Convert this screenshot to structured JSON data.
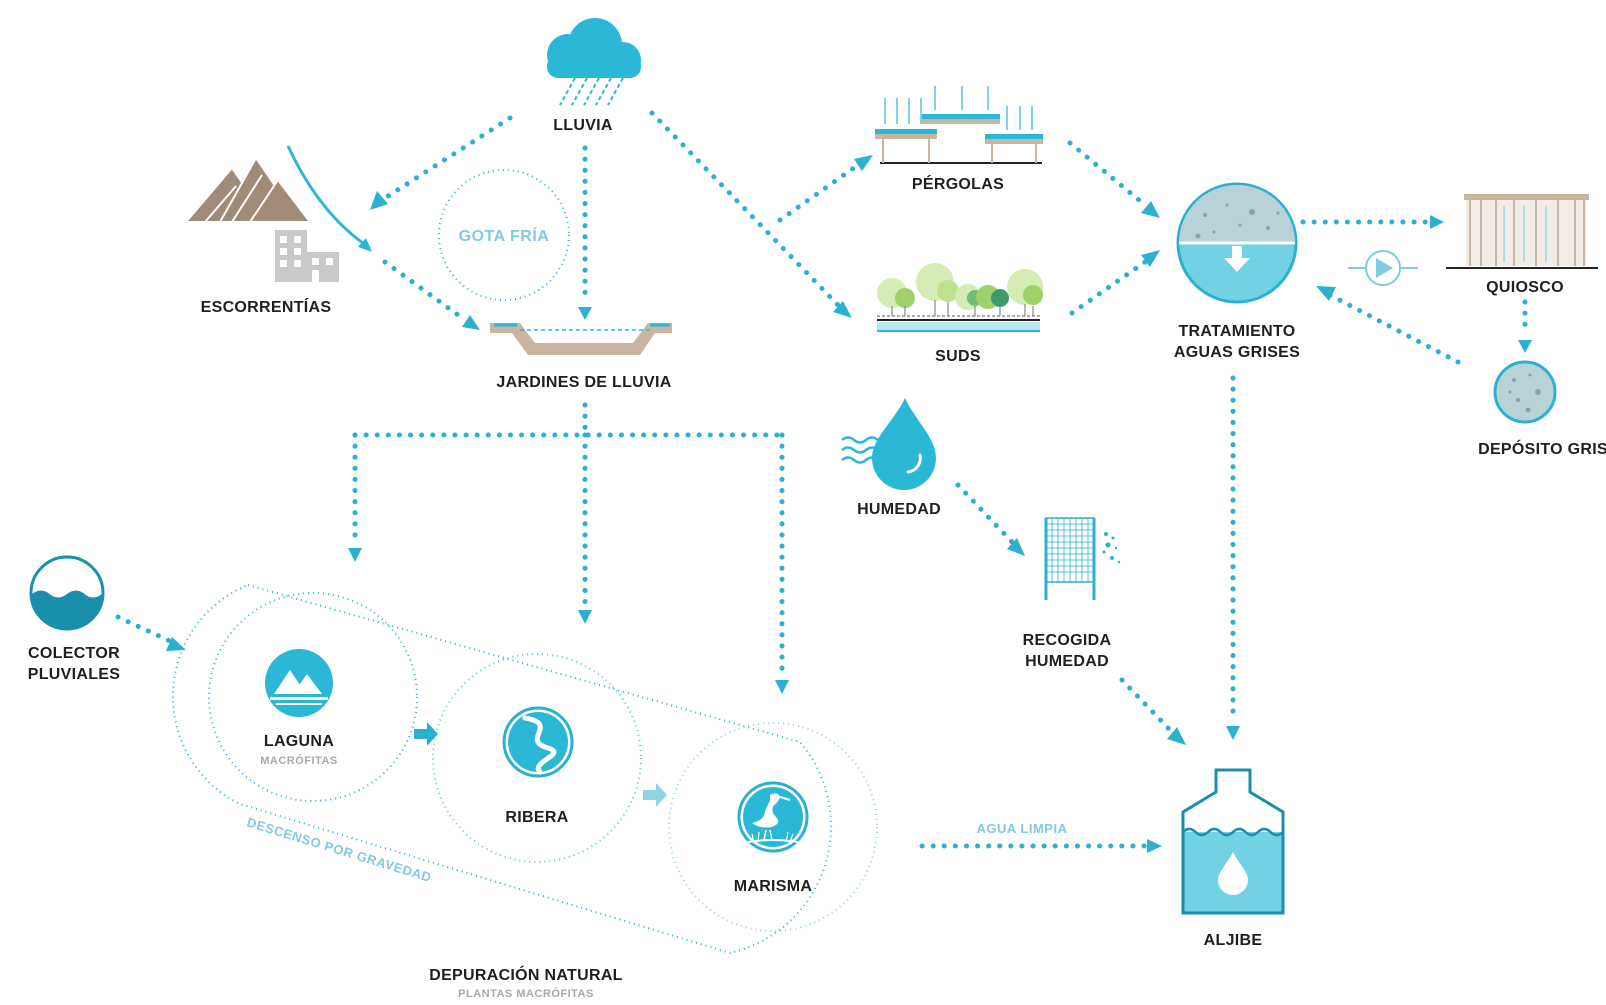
{
  "nodes": {
    "lluvia": "LLUVIA",
    "escorrentias": "ESCORRENTÍAS",
    "gota_fria": "GOTA FRÍA",
    "jardines": "JARDINES DE LLUVIA",
    "pergolas": "PÉRGOLAS",
    "suds": "SUDS",
    "tratamiento_1": "TRATAMIENTO",
    "tratamiento_2": "AGUAS GRISES",
    "quiosco": "QUIOSCO",
    "deposito": "DEPÓSITO GRISES",
    "humedad": "HUMEDAD",
    "recogida_1": "RECOGIDA",
    "recogida_2": "HUMEDAD",
    "colector_1": "COLECTOR",
    "colector_2": "PLUVIALES",
    "laguna": "LAGUNA",
    "laguna_sub": "MACRÓFITAS",
    "ribera": "RIBERA",
    "marisma": "MARISMA",
    "aljibe": "ALJIBE",
    "agua_limpia": "AGUA LIMPIA",
    "descenso": "DESCENSO POR GRAVEDAD",
    "depuracion": "DEPURACIÓN NATURAL",
    "depuracion_sub": "PLANTAS MACRÓFITAS"
  },
  "colors": {
    "flow": "#2bb0cf",
    "light_blue": "#7fcbe0",
    "water_fill": "#72d2e3",
    "mountain": "#a08b78",
    "building": "#c9c9c9",
    "label": "#1f1f1f",
    "sub_label": "#a9a9a9"
  },
  "icons": [
    "cloud-rain-icon",
    "mountains-icon",
    "building-icon",
    "rain-garden-icon",
    "pergola-icon",
    "suds-icon",
    "treatment-tank-icon",
    "pump-icon",
    "kiosk-icon",
    "grey-tank-icon",
    "humidity-drop-icon",
    "mesh-collector-icon",
    "collector-icon",
    "lagoon-icon",
    "river-icon",
    "heron-icon",
    "cistern-icon"
  ]
}
